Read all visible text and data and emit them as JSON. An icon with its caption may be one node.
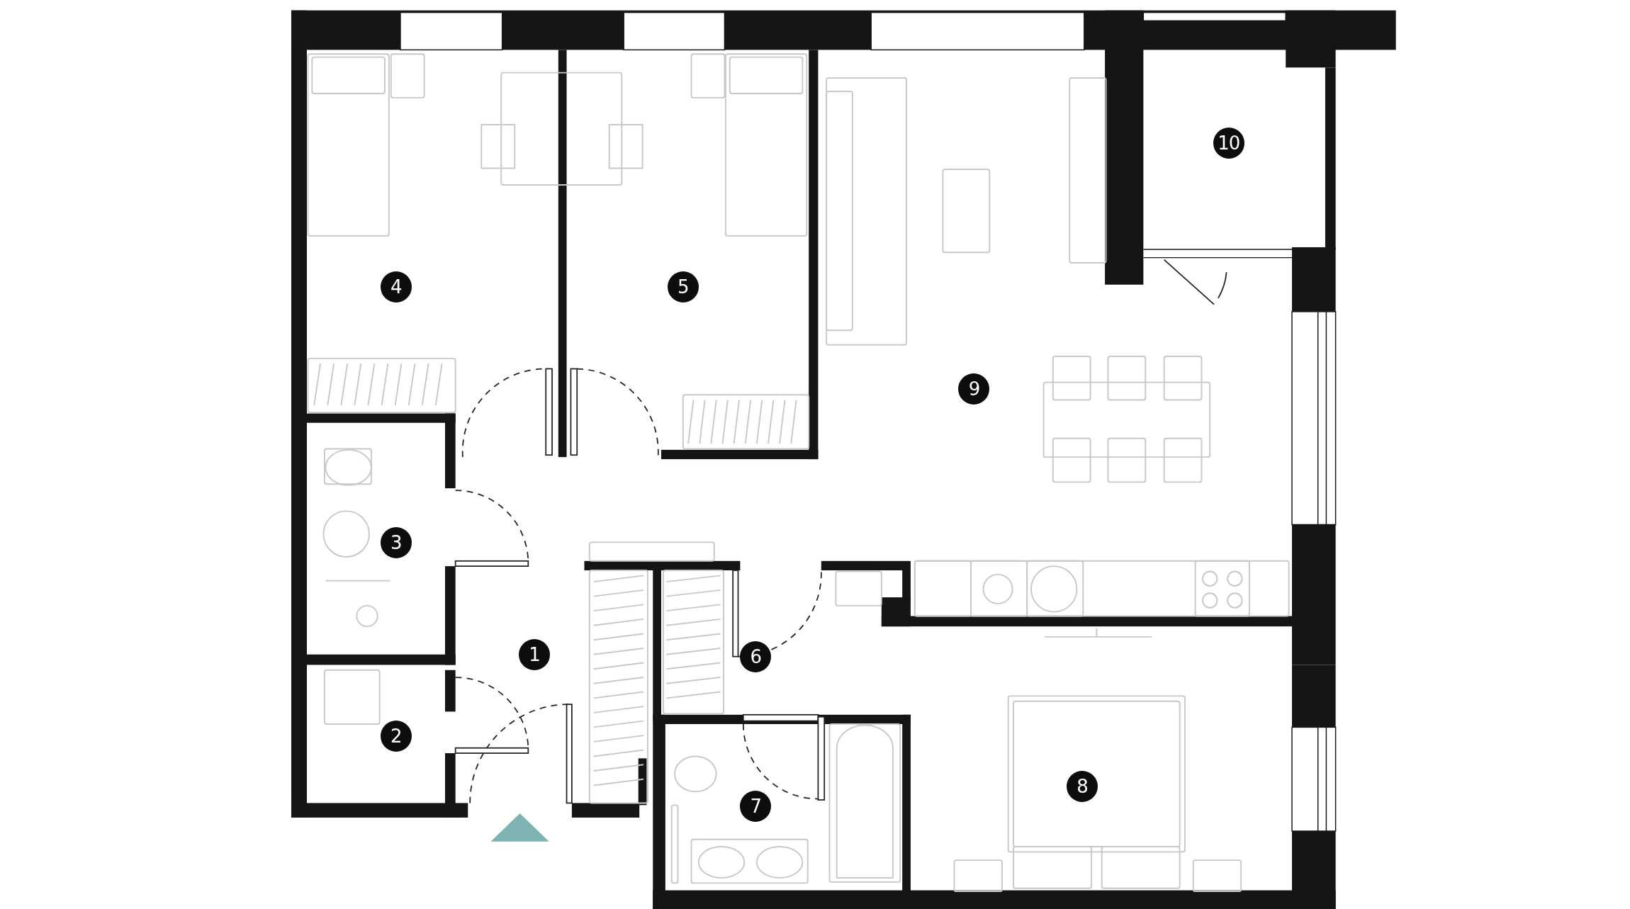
{
  "diagram": {
    "labels": [
      "10",
      "4",
      "5",
      "9",
      "3",
      "1",
      "6",
      "2",
      "8",
      "7"
    ]
  }
}
